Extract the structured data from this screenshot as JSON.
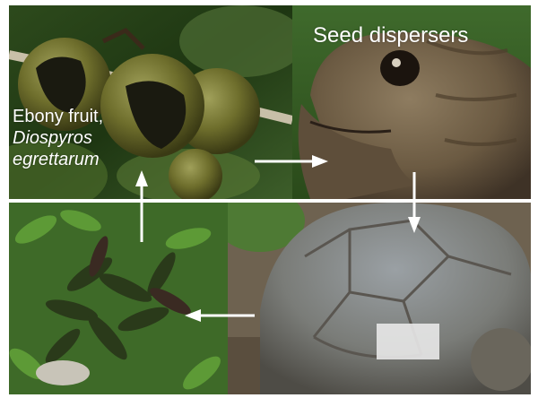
{
  "captions": {
    "seed_dispersers": "Seed dispersers",
    "ebony_line1": "Ebony fruit,",
    "ebony_line2": "Diospyros",
    "ebony_line3": "egrettarum"
  },
  "photos": {
    "fruit": "ebony fruit cluster on branch",
    "tortoise_head": "giant tortoise head",
    "tortoise_shell": "giant tortoise shell",
    "seedlings": "ebony seedlings"
  },
  "colors": {
    "arrow": "#ffffff",
    "caption": "#ffffff"
  }
}
